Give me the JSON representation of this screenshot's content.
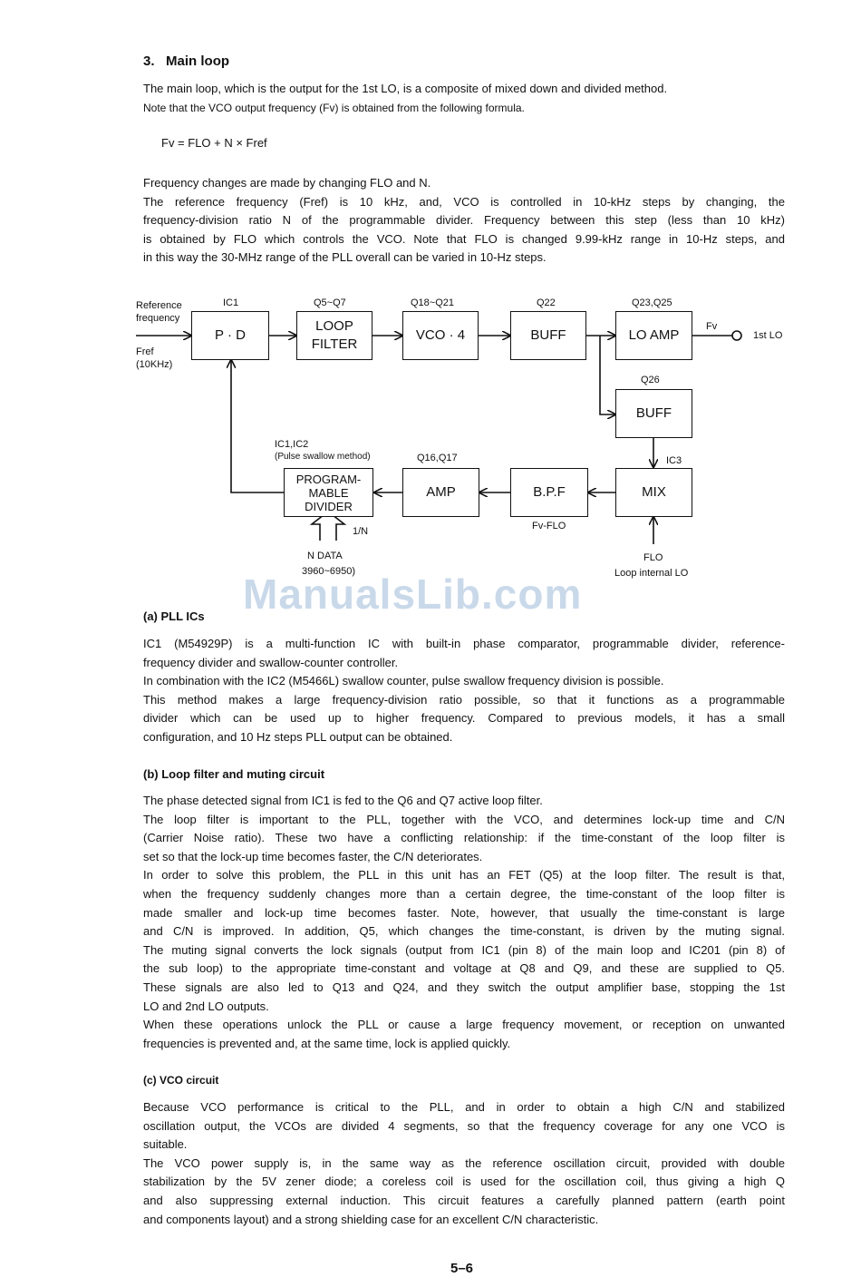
{
  "section": {
    "number": "3.",
    "title": "Main loop"
  },
  "intro": [
    "The main loop, which is the output for the 1st LO, is a composite of mixed down and divided method.",
    "Note that the VCO output frequency (Fv) is obtained from the following formula."
  ],
  "formula": "Fv = FLO + N × Fref",
  "freq_paragraph": [
    "Frequency changes are made by changing FLO and N.",
    "The reference frequency (Fref) is 10 kHz, and, VCO is controlled in 10-kHz steps by changing, the",
    "frequency-division ratio N of the programmable divider. Frequency between this step (less than 10 kHz)",
    "is obtained by FLO which controls the VCO. Note that FLO is changed 9.99-kHz range in 10-Hz steps, and",
    "in this way the 30-MHz range of the PLL overall can be varied in 10-Hz steps."
  ],
  "diagram": {
    "input_label_1": "Reference",
    "input_label_2": "frequency",
    "fref_1": "Fref",
    "fref_2": "(10KHz)",
    "blocks": {
      "pd": {
        "ref": "IC1",
        "label": "P · D"
      },
      "loop_filter": {
        "ref": "Q5~Q7",
        "line1": "LOOP",
        "line2": "FILTER"
      },
      "vco": {
        "ref": "Q18~Q21",
        "label": "VCO · 4"
      },
      "buff1": {
        "ref": "Q22",
        "label": "BUFF"
      },
      "lo_amp": {
        "ref": "Q23,Q25",
        "label": "LO AMP"
      },
      "buff2": {
        "ref": "Q26",
        "label": "BUFF"
      },
      "mix": {
        "ref": "IC3",
        "label": "MIX"
      },
      "bpf": {
        "ref": "Fv-FLO",
        "label": "B.P.F"
      },
      "amp": {
        "ref": "Q16,Q17",
        "label": "AMP"
      },
      "prog_div": {
        "ref": "IC1,IC2",
        "ref2": "(Pulse swallow method)",
        "line1": "PROGRAM-",
        "line2": "MABLE",
        "line3": "DIVIDER"
      }
    },
    "fv_label": "Fv",
    "output_label": "1st LO",
    "n_ratio": "1/N",
    "n_data_1": "N DATA",
    "n_data_2": "3960~6950)",
    "flo_label": "FLO",
    "flo_desc": "Loop internal LO"
  },
  "watermark": "ManualsLib.com",
  "sec_a": {
    "title": "(a)  PLL ICs",
    "lines": [
      "IC1 (M54929P) is a multi-function IC with built-in phase comparator, programmable divider, reference-",
      "frequency divider and swallow-counter controller.",
      "In combination with the IC2 (M5466L) swallow counter, pulse swallow frequency division is possible.",
      "This method makes a large frequency-division ratio possible, so that it functions as a programmable",
      "divider which can be used up to higher frequency. Compared to previous models, it has a small",
      "configuration, and 10 Hz steps PLL output can be obtained."
    ]
  },
  "sec_b": {
    "title": "(b)  Loop filter and muting circuit",
    "lines": [
      "The phase detected signal from IC1 is fed to the Q6 and Q7 active loop filter.",
      "The loop filter is important to the PLL, together with the VCO, and determines lock-up time and C/N",
      "(Carrier Noise ratio). These two have a conflicting relationship: if the time-constant of the loop filter is",
      "set so that the lock-up time becomes faster, the C/N deteriorates.",
      "In order to solve this problem, the PLL in this unit has an FET (Q5) at the loop filter. The result is that,",
      "when the frequency suddenly changes more than a certain degree, the time-constant of the loop filter is",
      "made smaller and lock-up time becomes faster. Note, however, that usually the time-constant is large",
      "and C/N is improved. In addition, Q5, which changes the time-constant, is driven by the muting signal.",
      "The muting signal converts the lock signals (output from IC1 (pin 8) of the main loop and IC201 (pin 8) of",
      "the sub loop) to the appropriate time-constant and voltage at Q8 and Q9, and these are supplied to Q5.",
      "These signals are also led to Q13 and Q24, and they switch the output amplifier base, stopping the 1st",
      "LO and 2nd LO outputs.",
      "When these operations unlock the PLL or cause a large frequency movement, or reception on unwanted",
      "frequencies is prevented and, at the same time, lock is applied quickly."
    ]
  },
  "sec_c": {
    "title": "(c)  VCO circuit",
    "lines": [
      "Because VCO performance is critical to the PLL, and in order to obtain a high C/N and stabilized",
      "oscillation output, the VCOs are divided 4 segments, so that the frequency coverage for any one VCO is",
      "suitable.",
      "The VCO power supply is, in the same way as the reference oscillation circuit, provided with double",
      "stabilization by the 5V zener diode; a coreless coil is used for the oscillation coil, thus giving a high Q",
      "and also suppressing external induction. This circuit features a carefully planned pattern (earth point",
      "and components layout) and a strong shielding case for an excellent C/N characteristic."
    ]
  },
  "page_number": "5–6"
}
